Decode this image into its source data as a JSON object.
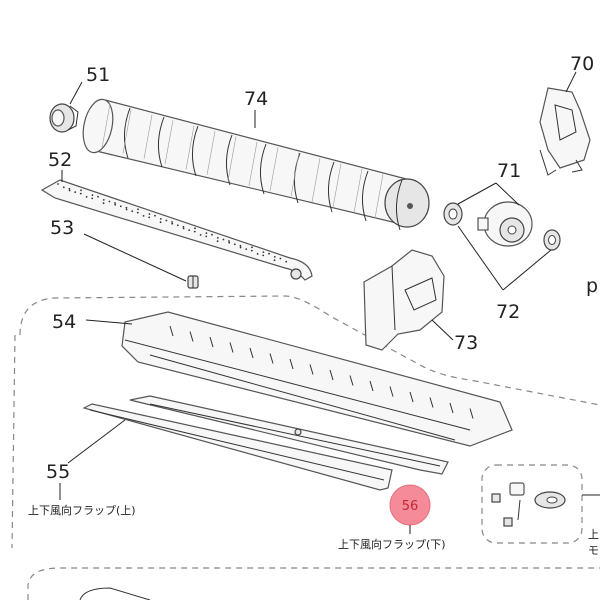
{
  "highlight_color": "#f58a98",
  "parts": {
    "p51": "51",
    "p52": "52",
    "p53": "53",
    "p54": "54",
    "p55": "55",
    "p56": "56",
    "p70": "70",
    "p71": "71",
    "p72": "72",
    "p73": "73",
    "p74": "74"
  },
  "captions": {
    "flap_upper": "上下風向フラップ(上)",
    "flap_lower": "上下風向フラップ(下)",
    "cut_p": "p",
    "cut_jo": "上",
    "cut_mo": "モ"
  }
}
